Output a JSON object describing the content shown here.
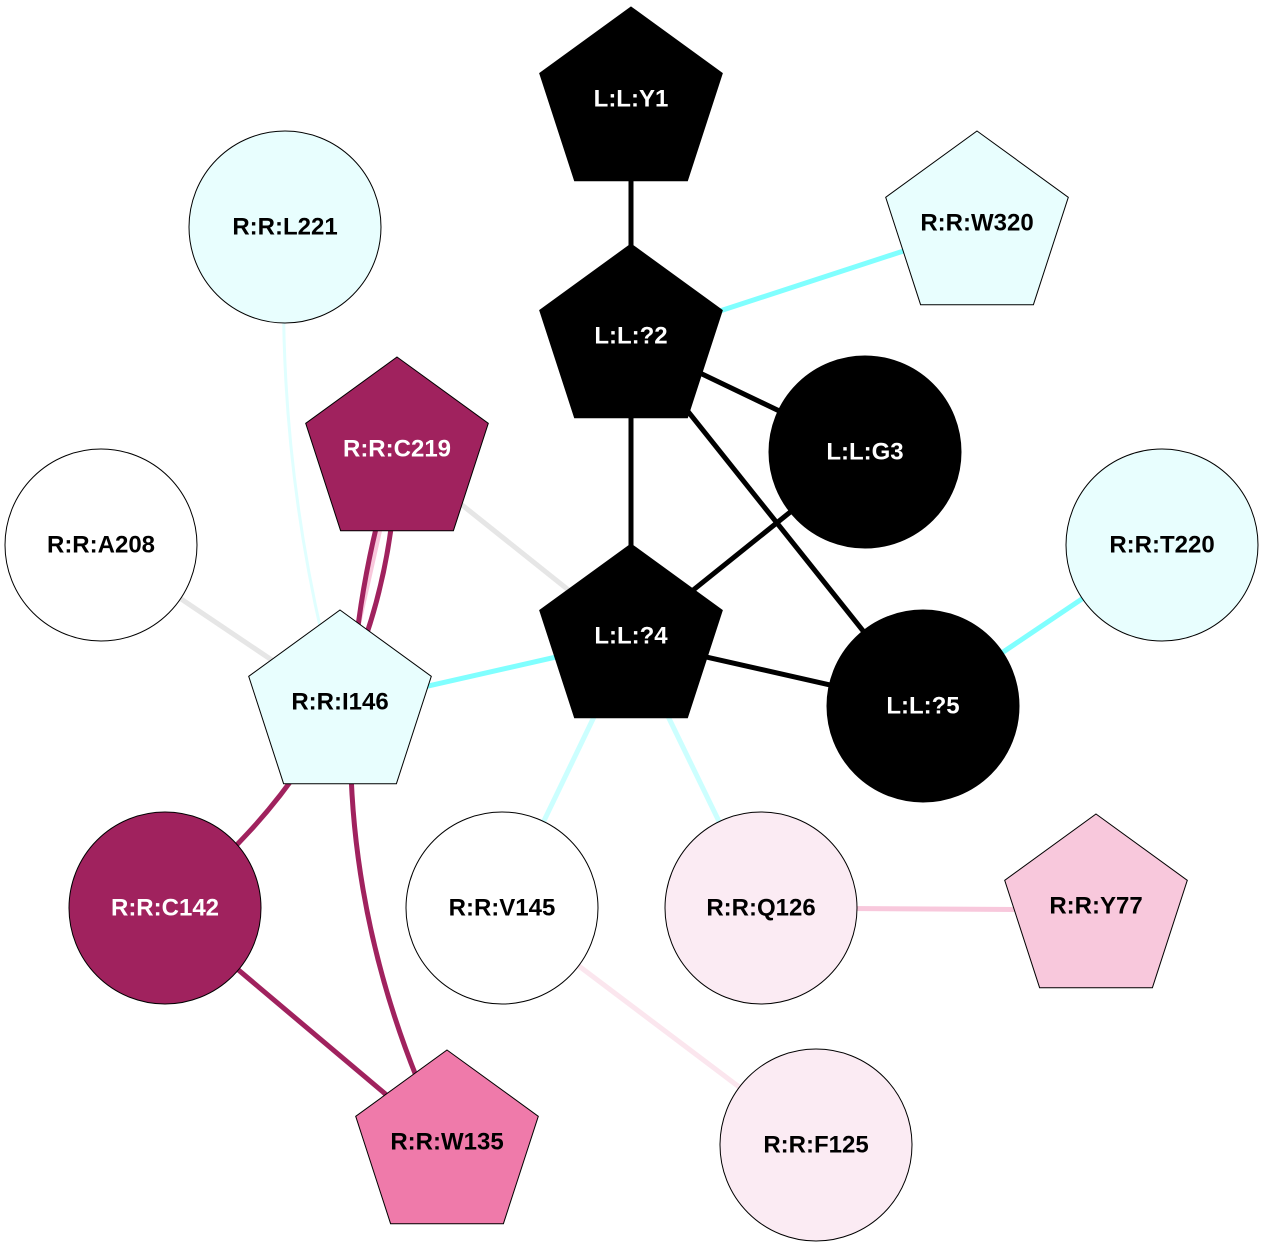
{
  "nodes": [
    {
      "id": "L:L:Y1",
      "label": "L:L:Y1",
      "shape": "pentagon",
      "fill": "#000000",
      "text": "#ffffff"
    },
    {
      "id": "L:L:?2",
      "label": "L:L:?2",
      "shape": "pentagon",
      "fill": "#000000",
      "text": "#ffffff"
    },
    {
      "id": "L:L:G3",
      "label": "L:L:G3",
      "shape": "circle",
      "fill": "#000000",
      "text": "#ffffff"
    },
    {
      "id": "L:L:?4",
      "label": "L:L:?4",
      "shape": "pentagon",
      "fill": "#000000",
      "text": "#ffffff"
    },
    {
      "id": "L:L:?5",
      "label": "L:L:?5",
      "shape": "circle",
      "fill": "#000000",
      "text": "#ffffff"
    },
    {
      "id": "R:R:W320",
      "label": "R:R:W320",
      "shape": "pentagon",
      "fill": "#e8fefe",
      "text": "#000000"
    },
    {
      "id": "R:R:L221",
      "label": "R:R:L221",
      "shape": "circle",
      "fill": "#e8fefe",
      "text": "#000000"
    },
    {
      "id": "R:R:C219",
      "label": "R:R:C219",
      "shape": "pentagon",
      "fill": "#a0225e",
      "text": "#ffffff"
    },
    {
      "id": "R:R:A208",
      "label": "R:R:A208",
      "shape": "circle",
      "fill": "#ffffff",
      "text": "#000000"
    },
    {
      "id": "R:R:T220",
      "label": "R:R:T220",
      "shape": "circle",
      "fill": "#e8fefe",
      "text": "#000000"
    },
    {
      "id": "R:R:I146",
      "label": "R:R:I146",
      "shape": "pentagon",
      "fill": "#e8fefe",
      "text": "#000000"
    },
    {
      "id": "R:R:C142",
      "label": "R:R:C142",
      "shape": "circle",
      "fill": "#a0225e",
      "text": "#ffffff"
    },
    {
      "id": "R:R:V145",
      "label": "R:R:V145",
      "shape": "circle",
      "fill": "#ffffff",
      "text": "#000000"
    },
    {
      "id": "R:R:Q126",
      "label": "R:R:Q126",
      "shape": "circle",
      "fill": "#fbebf3",
      "text": "#000000"
    },
    {
      "id": "R:R:Y77",
      "label": "R:R:Y77",
      "shape": "pentagon",
      "fill": "#f8c8dc",
      "text": "#000000"
    },
    {
      "id": "R:R:W135",
      "label": "R:R:W135",
      "shape": "pentagon",
      "fill": "#ef7aaa",
      "text": "#000000"
    },
    {
      "id": "R:R:F125",
      "label": "R:R:F125",
      "shape": "circle",
      "fill": "#fbebf3",
      "text": "#000000"
    }
  ],
  "edges": [
    {
      "source": "L:L:Y1",
      "target": "L:L:?2",
      "color": "#000000"
    },
    {
      "source": "L:L:?2",
      "target": "L:L:G3",
      "color": "#000000"
    },
    {
      "source": "L:L:?2",
      "target": "L:L:?5",
      "color": "#000000"
    },
    {
      "source": "L:L:?2",
      "target": "L:L:?4",
      "color": "#000000"
    },
    {
      "source": "L:L:G3",
      "target": "L:L:?4",
      "color": "#000000"
    },
    {
      "source": "L:L:?4",
      "target": "L:L:?5",
      "color": "#000000"
    },
    {
      "source": "L:L:?2",
      "target": "R:R:W320",
      "color": "#80ffff"
    },
    {
      "source": "L:L:?5",
      "target": "R:R:T220",
      "color": "#80ffff"
    },
    {
      "source": "L:L:?4",
      "target": "R:R:I146",
      "color": "#80ffff"
    },
    {
      "source": "L:L:?4",
      "target": "R:R:V145",
      "color": "#ccffff"
    },
    {
      "source": "L:L:?4",
      "target": "R:R:Q126",
      "color": "#ccffff"
    },
    {
      "source": "R:R:L221",
      "target": "R:R:I146",
      "color": "#e0ffff"
    },
    {
      "source": "R:R:C219",
      "target": "L:L:?4",
      "color": "#e6e6e6"
    },
    {
      "source": "R:R:A208",
      "target": "R:R:I146",
      "color": "#e6e6e6"
    },
    {
      "source": "R:R:C219",
      "target": "R:R:I146",
      "color": "#f8c8dc"
    },
    {
      "source": "R:R:C219",
      "target": "R:R:C142",
      "color": "#a0225e"
    },
    {
      "source": "R:R:C219",
      "target": "R:R:W135",
      "color": "#a0225e"
    },
    {
      "source": "R:R:C142",
      "target": "R:R:W135",
      "color": "#a0225e"
    },
    {
      "source": "R:R:Q126",
      "target": "R:R:Y77",
      "color": "#f8c8dc"
    },
    {
      "source": "R:R:V145",
      "target": "R:R:F125",
      "color": "#fbe6ee"
    }
  ]
}
